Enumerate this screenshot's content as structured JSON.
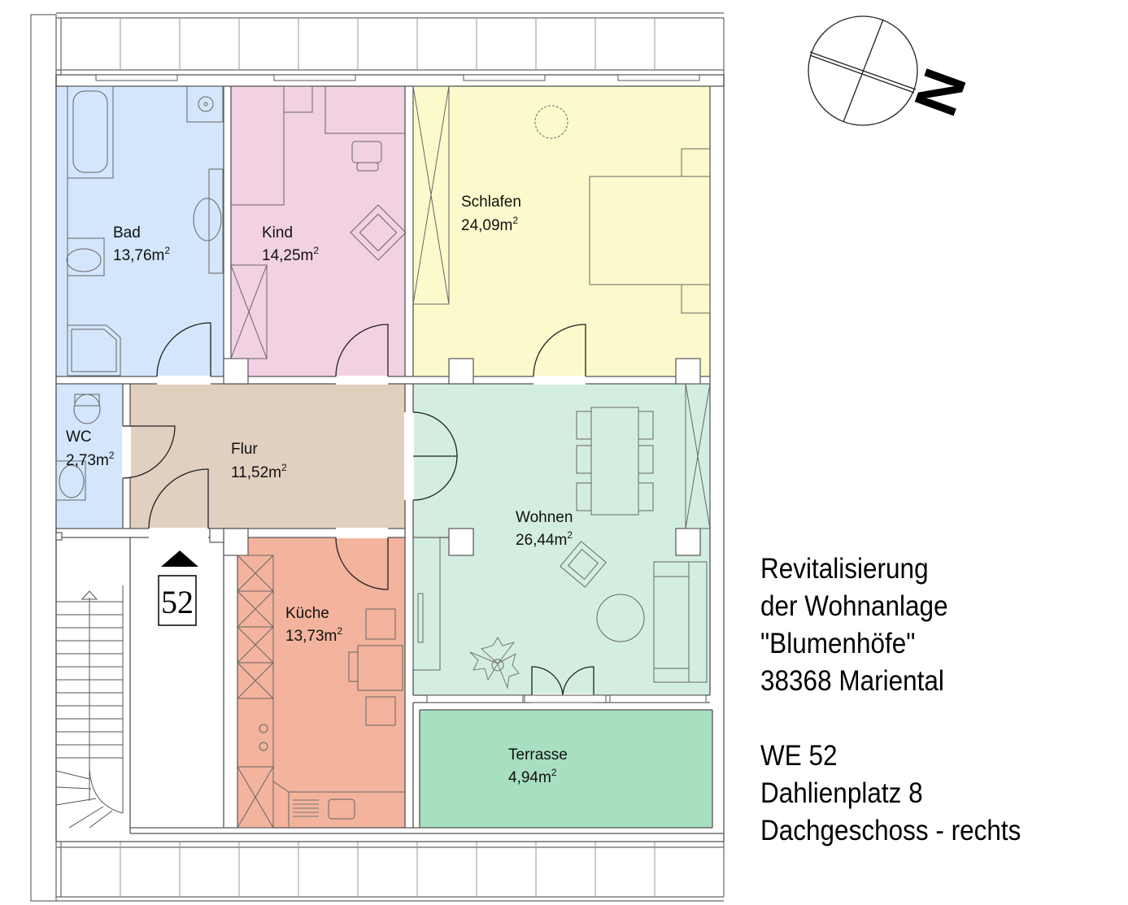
{
  "rooms": {
    "bad": {
      "name": "Bad",
      "area": "13,76m",
      "unit_exp": "2",
      "color": "#d3e6fb"
    },
    "kind": {
      "name": "Kind",
      "area": "14,25m",
      "unit_exp": "2",
      "color": "#f2d1e3"
    },
    "schlafen": {
      "name": "Schlafen",
      "area": "24,09m",
      "unit_exp": "2",
      "color": "#fcfacc"
    },
    "wc": {
      "name": "WC",
      "area": "2,73m",
      "unit_exp": "2",
      "color": "#d3e6fb"
    },
    "flur": {
      "name": "Flur",
      "area": "11,52m",
      "unit_exp": "2",
      "color": "#e1cfc0"
    },
    "wohnen": {
      "name": "Wohnen",
      "area": "26,44m",
      "unit_exp": "2",
      "color": "#d4ede1"
    },
    "kueche": {
      "name": "Küche",
      "area": "13,73m",
      "unit_exp": "2",
      "color": "#f3b39c"
    },
    "terrasse": {
      "name": "Terrasse",
      "area": "4,94m",
      "unit_exp": "2",
      "color": "#a7dfc0"
    }
  },
  "unit_label": "52",
  "compass": {
    "north_label": "N"
  },
  "title_block": {
    "line1": "Revitalisierung",
    "line2": "der Wohnanlage",
    "line3": "\"Blumenhöfe\"",
    "line4": "38368 Mariental",
    "line5": "WE 52",
    "line6": "Dahlienplatz 8",
    "line7": "Dachgeschoss - rechts"
  }
}
